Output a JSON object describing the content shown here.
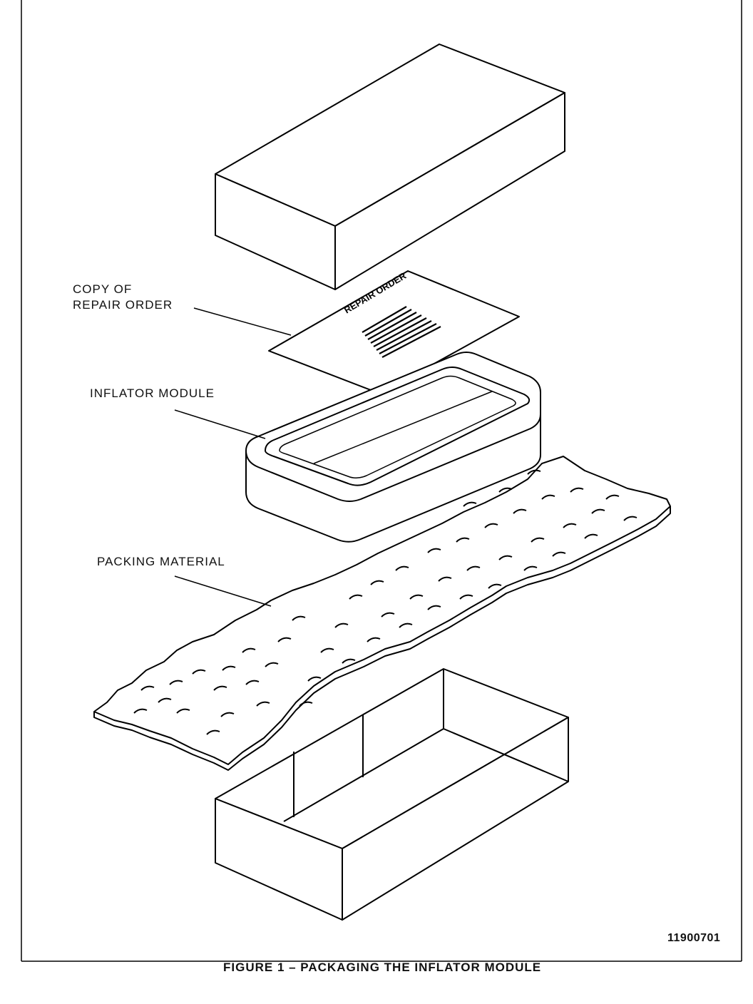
{
  "labels": {
    "copy_of_repair_order": [
      "COPY OF",
      "REPAIR ORDER"
    ],
    "inflator_module": "INFLATOR MODULE",
    "packing_material": "PACKING MATERIAL",
    "repair_order_stamp": "REPAIR ORDER"
  },
  "figure_number": "11900701",
  "caption": "FIGURE 1 – PACKAGING THE INFLATOR MODULE"
}
